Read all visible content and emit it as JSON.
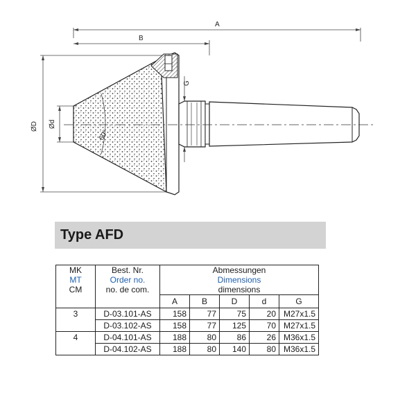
{
  "drawing": {
    "dim_A": "A",
    "dim_B": "B",
    "dim_G": "G",
    "dim_OD": "ØD",
    "dim_Od": "Ød",
    "angle": "60°"
  },
  "section_title": "Type AFD",
  "table": {
    "col1": {
      "de": "MK",
      "en": "MT",
      "fr": "CM"
    },
    "col2": {
      "de": "Best. Nr.",
      "en": "Order no.",
      "fr": "no. de com."
    },
    "dims_group": {
      "de": "Abmessungen",
      "en": "Dimensions",
      "fr": "dimensions"
    },
    "dim_cols": [
      "A",
      "B",
      "D",
      "d",
      "G"
    ],
    "rows": [
      {
        "mk": "3",
        "order": "D-03.101-AS",
        "A": "158",
        "B": "77",
        "D": "75",
        "d": "20",
        "G": "M27x1.5"
      },
      {
        "mk": "",
        "order": "D-03.102-AS",
        "A": "158",
        "B": "77",
        "D": "125",
        "d": "70",
        "G": "M27x1.5"
      },
      {
        "mk": "4",
        "order": "D-04.101-AS",
        "A": "188",
        "B": "80",
        "D": "86",
        "d": "26",
        "G": "M36x1.5"
      },
      {
        "mk": "",
        "order": "D-04.102-AS",
        "A": "188",
        "B": "80",
        "D": "140",
        "d": "80",
        "G": "M36x1.5"
      }
    ]
  }
}
